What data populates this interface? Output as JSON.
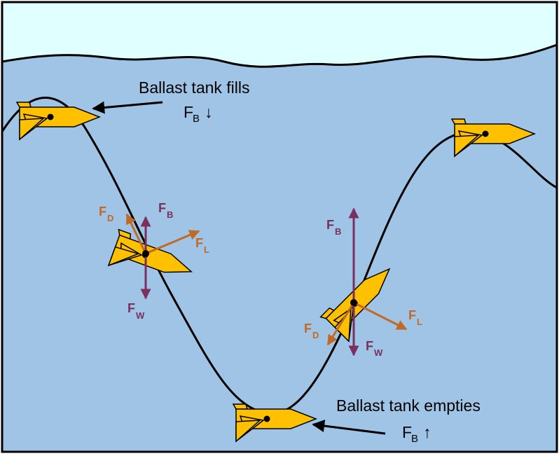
{
  "colors": {
    "sky": "#e0ffff",
    "water": "#a0c4e6",
    "glider": "#ffc000",
    "buoyancy_weight": "#7a2f5e",
    "drag_lift": "#c06a27",
    "path": "#000000"
  },
  "annotations": {
    "top": {
      "text": "Ballast tank fills",
      "force": "F",
      "sub": "B",
      "arrow": "↓"
    },
    "bottom": {
      "text": "Ballast tank empties",
      "force": "F",
      "sub": "B",
      "arrow": "↑"
    }
  },
  "forces_descending": {
    "drag": {
      "main": "F",
      "sub": "D"
    },
    "buoyancy": {
      "main": "F",
      "sub": "B"
    },
    "lift": {
      "main": "F",
      "sub": "L"
    },
    "weight": {
      "main": "F",
      "sub": "W"
    }
  },
  "forces_ascending": {
    "buoyancy": {
      "main": "F",
      "sub": "B"
    },
    "lift": {
      "main": "F",
      "sub": "L"
    },
    "drag": {
      "main": "F",
      "sub": "D"
    },
    "weight": {
      "main": "F",
      "sub": "W"
    }
  },
  "icons": [
    "underwater-glider-icon",
    "arrow-icon"
  ]
}
